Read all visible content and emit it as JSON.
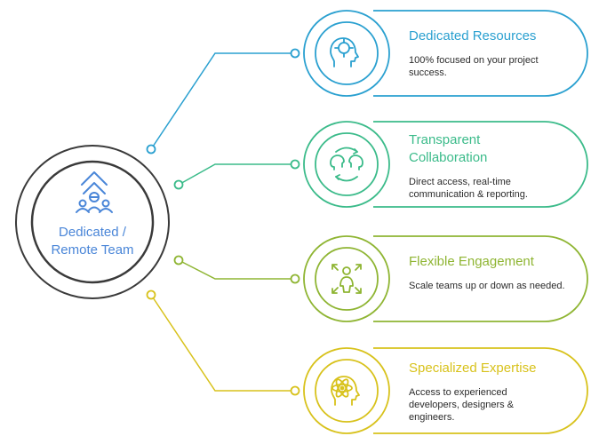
{
  "hub": {
    "label_line1": "Dedicated /",
    "label_line2": "Remote Team",
    "icon": "team-up-arrow-icon"
  },
  "colors": {
    "hub_ring": "#3a3a3a",
    "hub_text": "#4a86d8",
    "blue": "#2aa0d0",
    "teal": "#3bbb8a",
    "green": "#8fb533",
    "yellow": "#d8c21c"
  },
  "cards": [
    {
      "title": "Dedicated Resources",
      "description": "100% focused on your project success.",
      "icon": "head-target-icon"
    },
    {
      "title": "Transparent Collaboration",
      "description": "Direct access, real-time communication & reporting.",
      "icon": "two-heads-exchange-icon"
    },
    {
      "title": "Flexible Engagement",
      "description": "Scale teams up or down as needed.",
      "icon": "person-expand-icon"
    },
    {
      "title": "Specialized Expertise",
      "description": "Access to experienced developers, designers & engineers.",
      "icon": "head-atom-icon"
    }
  ]
}
